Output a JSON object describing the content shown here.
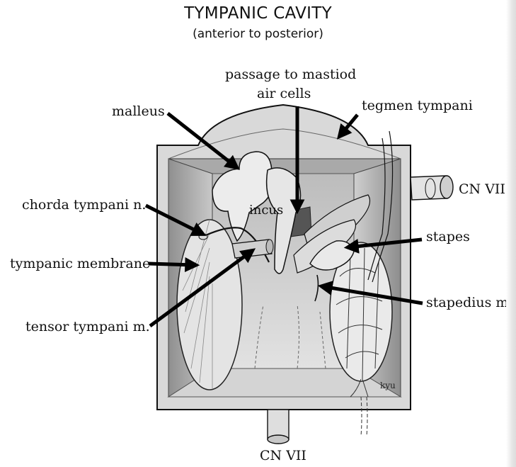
{
  "title": "TYMPANIC CAVITY",
  "subtitle": "(anterior to posterior)",
  "labels": {
    "malleus": "malleus",
    "passage_line1": "passage to mastiod",
    "passage_line2": "air cells",
    "tegmen": "tegmen tympani",
    "cn7_right": "CN VII",
    "chorda": "chorda tympani n.",
    "incus": "incus",
    "stapes": "stapes",
    "tympanic_membrane": "tympanic membrane",
    "stapedius": "stapedius m.",
    "tensor": "tensor tympani m.",
    "cn7_bottom": "CN VII",
    "signature": "kyu"
  }
}
